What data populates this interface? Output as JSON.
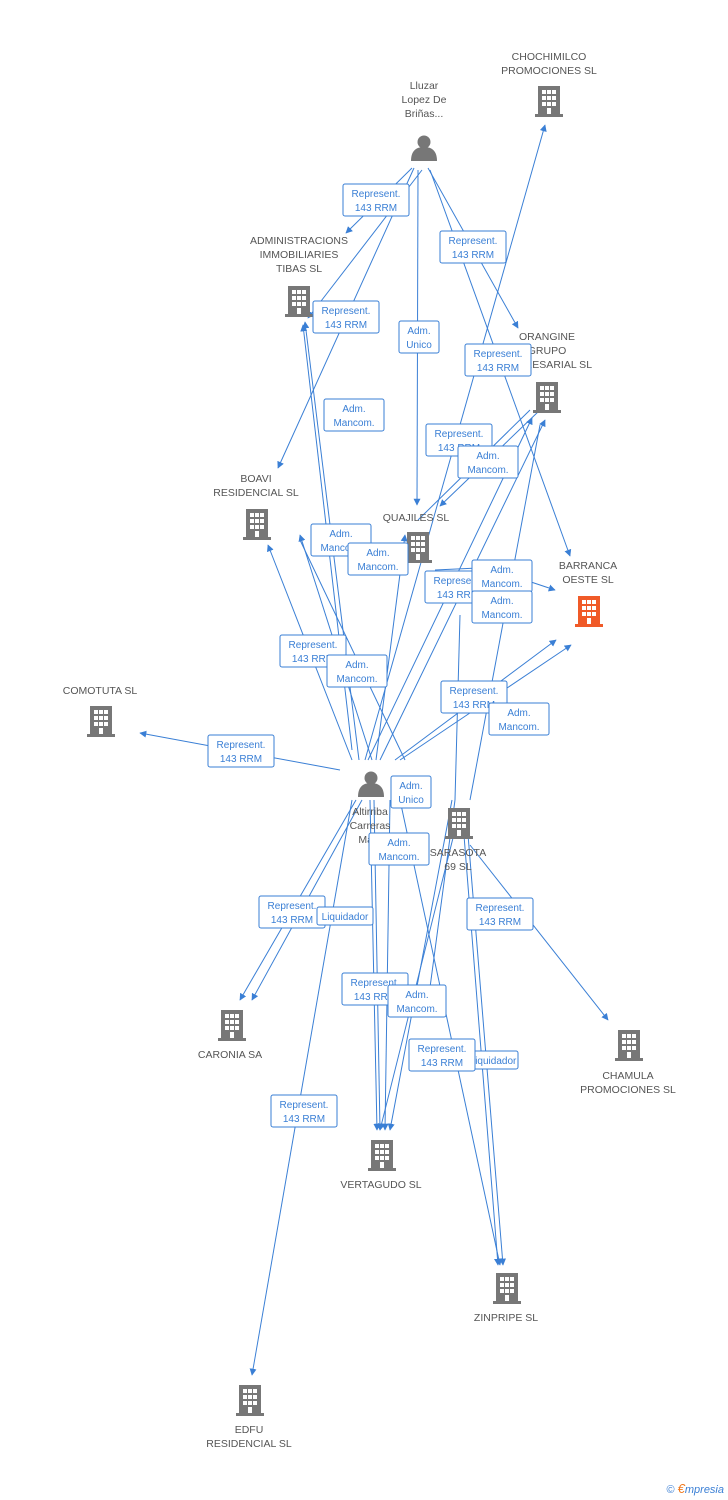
{
  "colors": {
    "link": "#3a7fd5",
    "node": "#777777",
    "highlight": "#f05a28",
    "label": "#555555"
  },
  "nodes": [
    {
      "id": "lluzar",
      "type": "person",
      "label": [
        "Lluzar",
        "Lopez De",
        "Briñas..."
      ]
    },
    {
      "id": "chochimilco",
      "type": "company",
      "label": [
        "CHOCHIMILCO",
        "PROMOCIONES SL"
      ]
    },
    {
      "id": "administracions",
      "type": "company",
      "label": [
        "ADMINISTRACIONS",
        "IMMOBILIARIES",
        "TIBAS SL"
      ]
    },
    {
      "id": "orangine",
      "type": "company",
      "label": [
        "ORANGINE",
        "GRUPO",
        "EMPRESARIAL SL"
      ]
    },
    {
      "id": "boavi",
      "type": "company",
      "label": [
        "BOAVI",
        "RESIDENCIAL SL"
      ]
    },
    {
      "id": "quajiles",
      "type": "company",
      "label": [
        "QUAJILES SL"
      ]
    },
    {
      "id": "barranca",
      "type": "company",
      "highlight": true,
      "label": [
        "BARRANCA",
        "OESTE SL"
      ]
    },
    {
      "id": "comotuta",
      "type": "company",
      "label": [
        "COMOTUTA SL"
      ]
    },
    {
      "id": "altirriba",
      "type": "person",
      "label": [
        "Altirriba",
        "Carreras",
        "Ma..."
      ]
    },
    {
      "id": "sarasota",
      "type": "company",
      "label": [
        "SARASOTA",
        "69 SL"
      ]
    },
    {
      "id": "caronia",
      "type": "company",
      "label": [
        "CARONIA SA"
      ]
    },
    {
      "id": "chamula",
      "type": "company",
      "label": [
        "CHAMULA",
        "PROMOCIONES SL"
      ]
    },
    {
      "id": "vertagudo",
      "type": "company",
      "label": [
        "VERTAGUDO SL"
      ]
    },
    {
      "id": "zinpripe",
      "type": "company",
      "label": [
        "ZINPRIPE SL"
      ]
    },
    {
      "id": "edfu",
      "type": "company",
      "label": [
        "EDFU",
        "RESIDENCIAL SL"
      ]
    }
  ],
  "edge_labels": [
    [
      "Represent.",
      "143 RRM"
    ],
    [
      "Represent.",
      "143 RRM"
    ],
    [
      "Represent.",
      "143 RRM"
    ],
    [
      "Adm.",
      "Unico"
    ],
    [
      "Represent.",
      "143 RRM"
    ],
    [
      "Adm.",
      "Mancom."
    ],
    [
      "Represent.",
      "143 RRM"
    ],
    [
      "Adm.",
      "Mancom."
    ],
    [
      "Adm.",
      "Mancom."
    ],
    [
      "Adm.",
      "Mancom."
    ],
    [
      "Represent.",
      "143 RRM"
    ],
    [
      "Adm.",
      "Mancom."
    ],
    [
      "Adm.",
      "Mancom."
    ],
    [
      "Represent.",
      "143 RRM"
    ],
    [
      "Adm.",
      "Mancom."
    ],
    [
      "Represent.",
      "143 RRM"
    ],
    [
      "Adm.",
      "Mancom."
    ],
    [
      "Represent.",
      "143 RRM"
    ],
    [
      "Adm.",
      "Unico"
    ],
    [
      "Adm.",
      "Mancom."
    ],
    [
      "Represent.",
      "143 RRM"
    ],
    [
      "Liquidador"
    ],
    [
      "Represent.",
      "143 RRM"
    ],
    [
      "Represent.",
      "143 RRM"
    ],
    [
      "Adm.",
      "Mancom."
    ],
    [
      "Liquidador"
    ],
    [
      "Represent.",
      "143 RRM"
    ],
    [
      "Represent.",
      "143 RRM"
    ]
  ],
  "footer": {
    "copyright": "©",
    "brand_initial": "€",
    "brand_rest": "mpresia"
  }
}
